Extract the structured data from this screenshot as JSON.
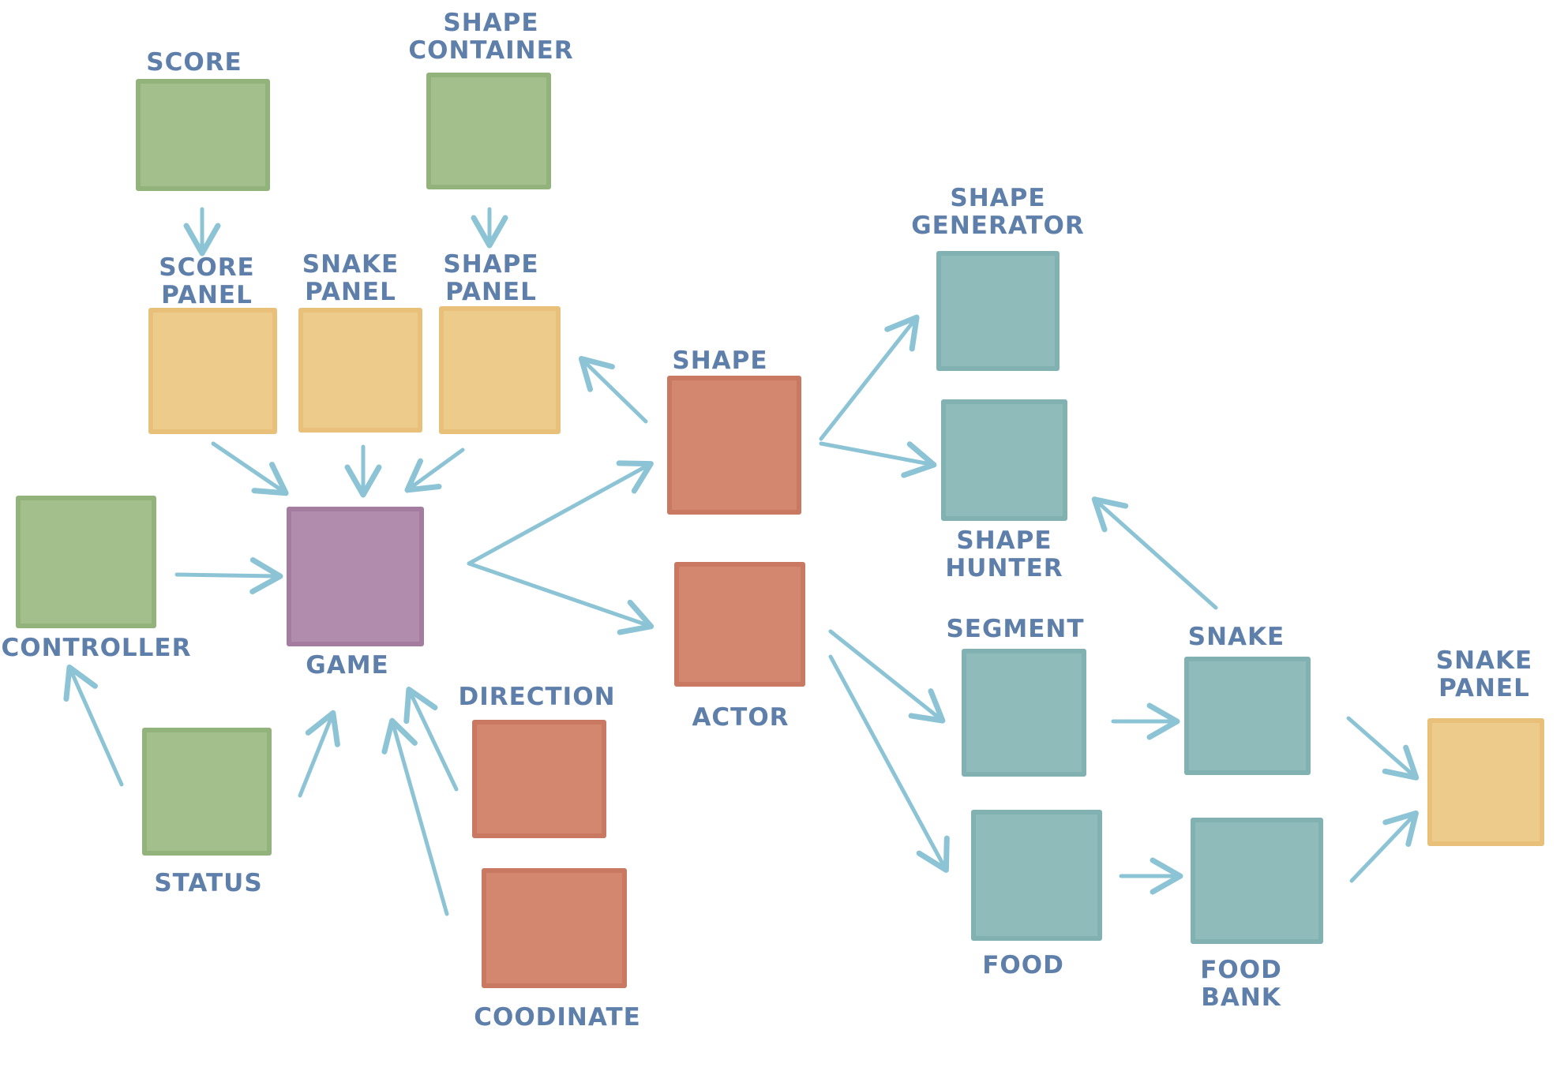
{
  "colors": {
    "entity": "#a3bf8c",
    "panel": "#edcb8a",
    "game": "#b28cad",
    "actor": "#d4876f",
    "world": "#8fbbbb",
    "arrow": "#8cc4d6",
    "label": "#5f7fab"
  },
  "nodes": {
    "score": {
      "label": "SCORE"
    },
    "shape_container": {
      "label": "SHAPE\nCONTAINER"
    },
    "score_panel": {
      "label": "SCORE\nPANEL"
    },
    "snake_panel_top": {
      "label": "SNAKE\nPANEL"
    },
    "shape_panel": {
      "label": "SHAPE\nPANEL"
    },
    "controller": {
      "label": "CONTROLLER"
    },
    "game": {
      "label": "GAME"
    },
    "status": {
      "label": "STATUS"
    },
    "direction": {
      "label": "DIRECTION"
    },
    "coodinate": {
      "label": "COODINATE"
    },
    "shape": {
      "label": "SHAPE"
    },
    "actor": {
      "label": "ACTOR"
    },
    "shape_generator": {
      "label": "SHAPE\nGENERATOR"
    },
    "shape_hunter": {
      "label": "SHAPE\nHUNTER"
    },
    "segment": {
      "label": "SEGMENT"
    },
    "food": {
      "label": "FOOD"
    },
    "snake": {
      "label": "SNAKE"
    },
    "food_bank": {
      "label": "FOOD\nBANK"
    },
    "snake_panel_right": {
      "label": "SNAKE\nPANEL"
    }
  },
  "edges": [
    [
      "score",
      "score_panel"
    ],
    [
      "shape_container",
      "shape_panel"
    ],
    [
      "score_panel",
      "game"
    ],
    [
      "snake_panel_top",
      "game"
    ],
    [
      "shape_panel",
      "game"
    ],
    [
      "controller",
      "game"
    ],
    [
      "status",
      "controller"
    ],
    [
      "status",
      "game"
    ],
    [
      "direction",
      "game"
    ],
    [
      "coodinate",
      "game"
    ],
    [
      "game",
      "shape"
    ],
    [
      "game",
      "actor"
    ],
    [
      "shape",
      "shape_panel"
    ],
    [
      "shape",
      "shape_generator"
    ],
    [
      "shape",
      "shape_hunter"
    ],
    [
      "actor",
      "segment"
    ],
    [
      "actor",
      "food"
    ],
    [
      "segment",
      "snake"
    ],
    [
      "food",
      "food_bank"
    ],
    [
      "snake",
      "shape_hunter"
    ],
    [
      "snake",
      "snake_panel_right"
    ],
    [
      "food_bank",
      "snake_panel_right"
    ]
  ]
}
